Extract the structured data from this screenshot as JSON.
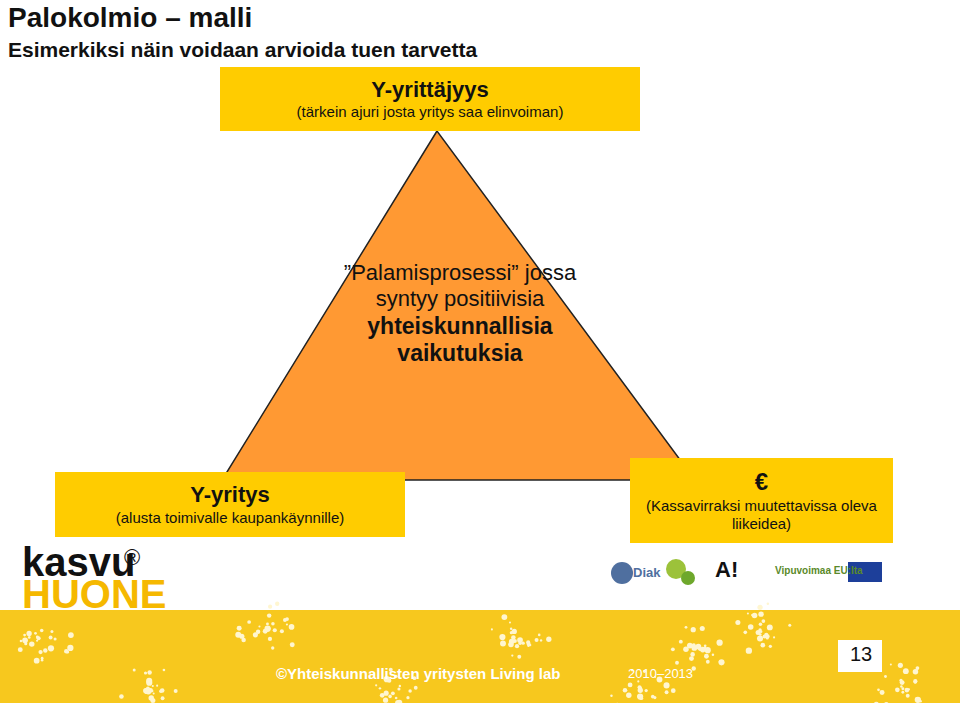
{
  "diagram": {
    "title": "Palokolmio – malli",
    "nodes": [
      {
        "text": [
          "”Palamisprosessi” jossa syntyy positiivisia",
          "yhteiskunnallisia vaikutuksia"
        ]
      },
      {
        "text": [
          "Y-yrittäjyys",
          "(tärkein ajuri josta yritys saa elinvoiman)"
        ]
      },
      {
        "text": [
          "Y-yritys",
          "(alusta toimivalle kaupankäynnille)"
        ]
      },
      {
        "text": [
          "€",
          "(Kassavirraksi muutettavissa oleva liikeidea)"
        ]
      }
    ],
    "labels": [
      "Esimerkiksi näin voidaan arvioida tuen tarvetta",
      "kasvu",
      "®",
      "HUONE",
      "Diak",
      "A!",
      "Vipuvoimaa EU:lta",
      "©Yhteiskunnallisten yritysten Living lab",
      "2010–2013",
      "13"
    ]
  }
}
